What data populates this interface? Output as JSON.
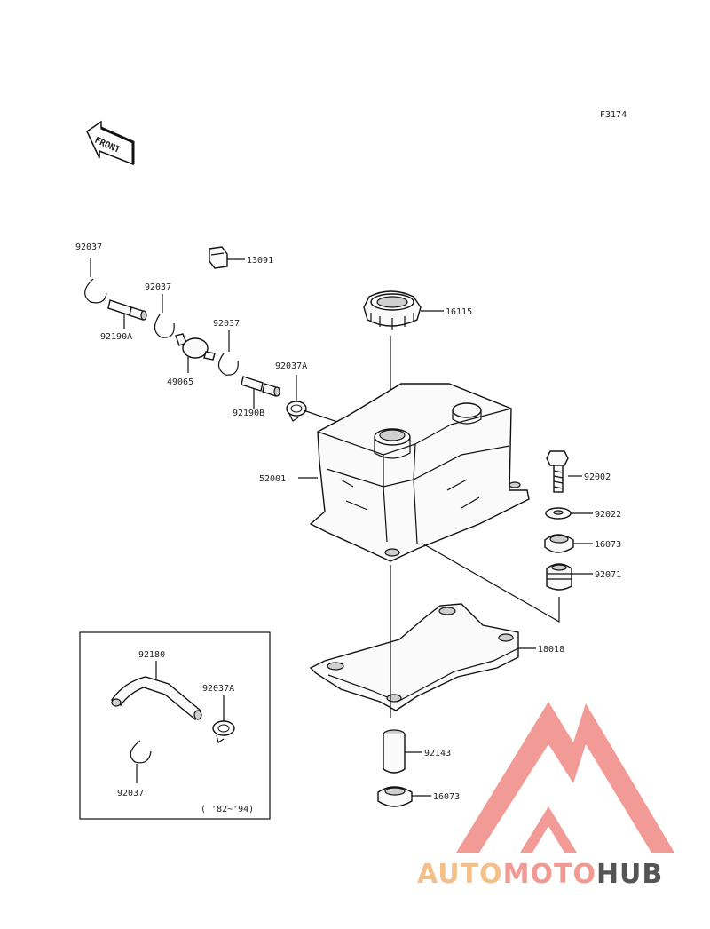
{
  "figure_code": "F3174",
  "front_label": "FRONT",
  "inset_note": "( '82~'94)",
  "watermark": {
    "text_a": "AUTO",
    "text_b": "MOTO",
    "text_c": "HUB",
    "color_a": "#f4c089",
    "color_b": "#f19a94",
    "color_c": "#555555",
    "logo_color": "#f08a84"
  },
  "parts": {
    "p92037_a": "92037",
    "p92190a": "92190A",
    "p92037_b": "92037",
    "p13091": "13091",
    "p92037_c": "92037",
    "p49065": "49065",
    "p92037a_a": "92037A",
    "p92190b": "92190B",
    "p16115": "16115",
    "p52001": "52001",
    "p92002": "92002",
    "p92022": "92022",
    "p16073_a": "16073",
    "p92071": "92071",
    "p18018": "18018",
    "p92180": "92180",
    "p92037a_b": "92037A",
    "p92037_d": "92037",
    "p92143": "92143",
    "p16073_b": "16073"
  }
}
